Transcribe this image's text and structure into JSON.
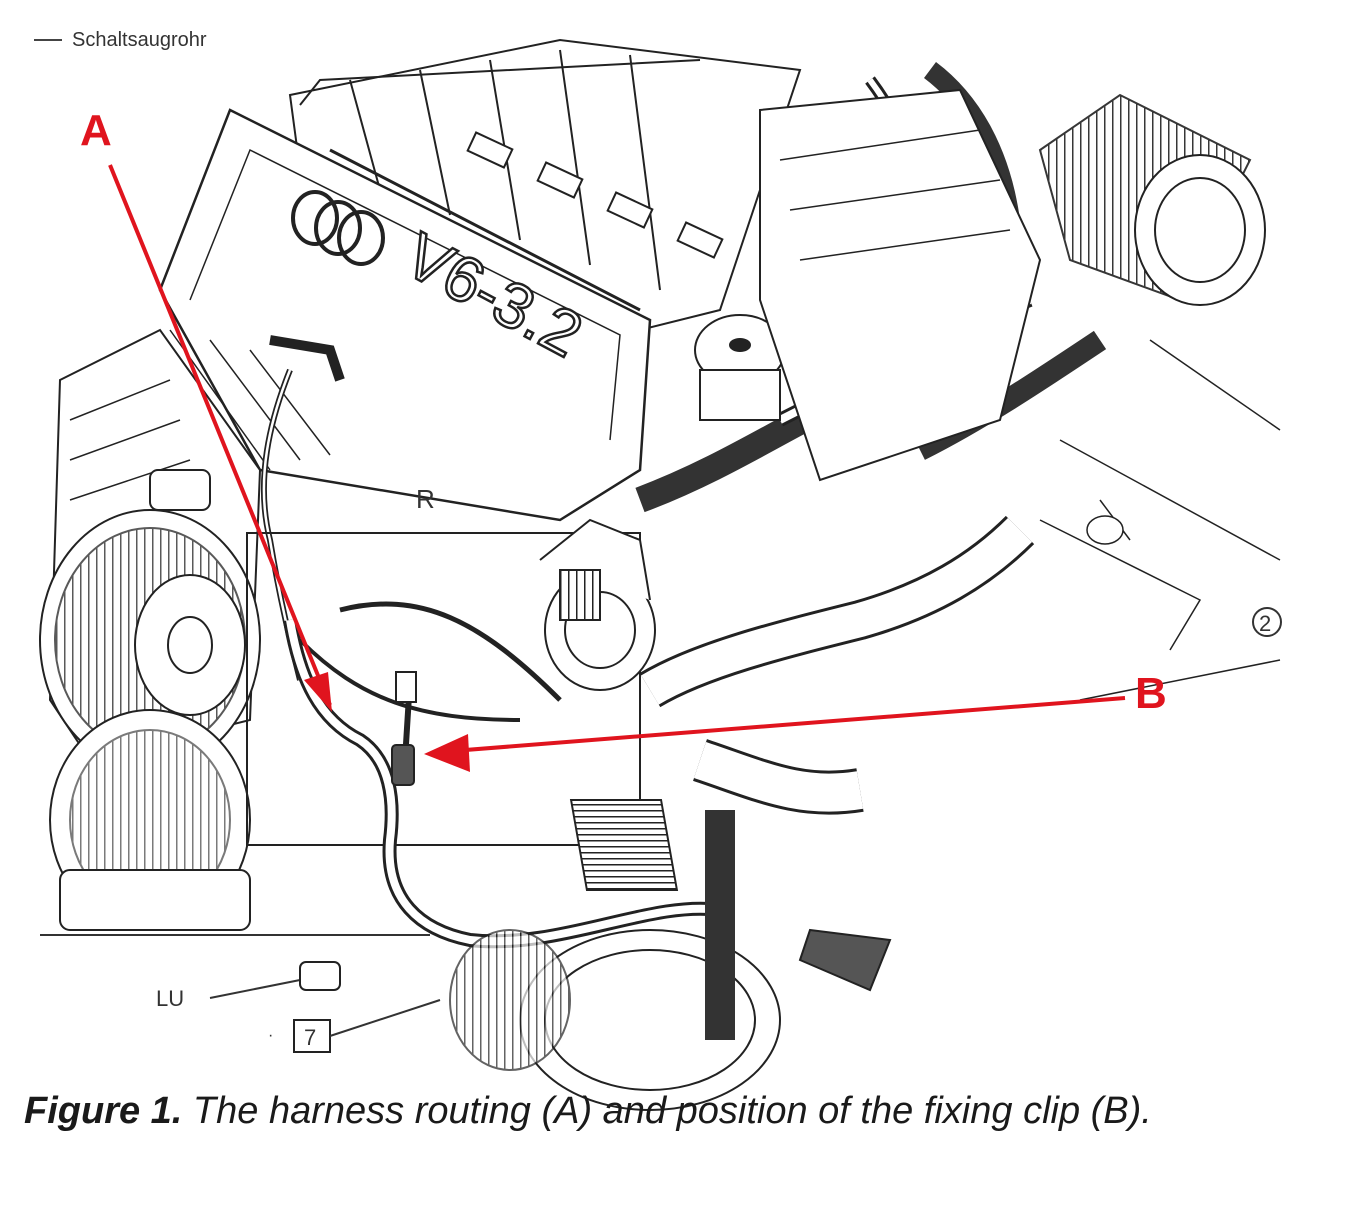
{
  "diagram": {
    "top_label": "Schaltsaugrohr",
    "engine_badge": "V6-3.2",
    "label_r": "R",
    "label_lu": "LU",
    "box_label": "7",
    "circle_label": "2",
    "arrow_a_label": "A",
    "arrow_b_label": "B",
    "colors": {
      "arrow": "#e0141e",
      "line": "#222222",
      "hose": "#3a3a3a"
    }
  },
  "caption": {
    "prefix": "Figure 1.",
    "text": " The harness routing (A) and position of the fixing clip (B)."
  }
}
